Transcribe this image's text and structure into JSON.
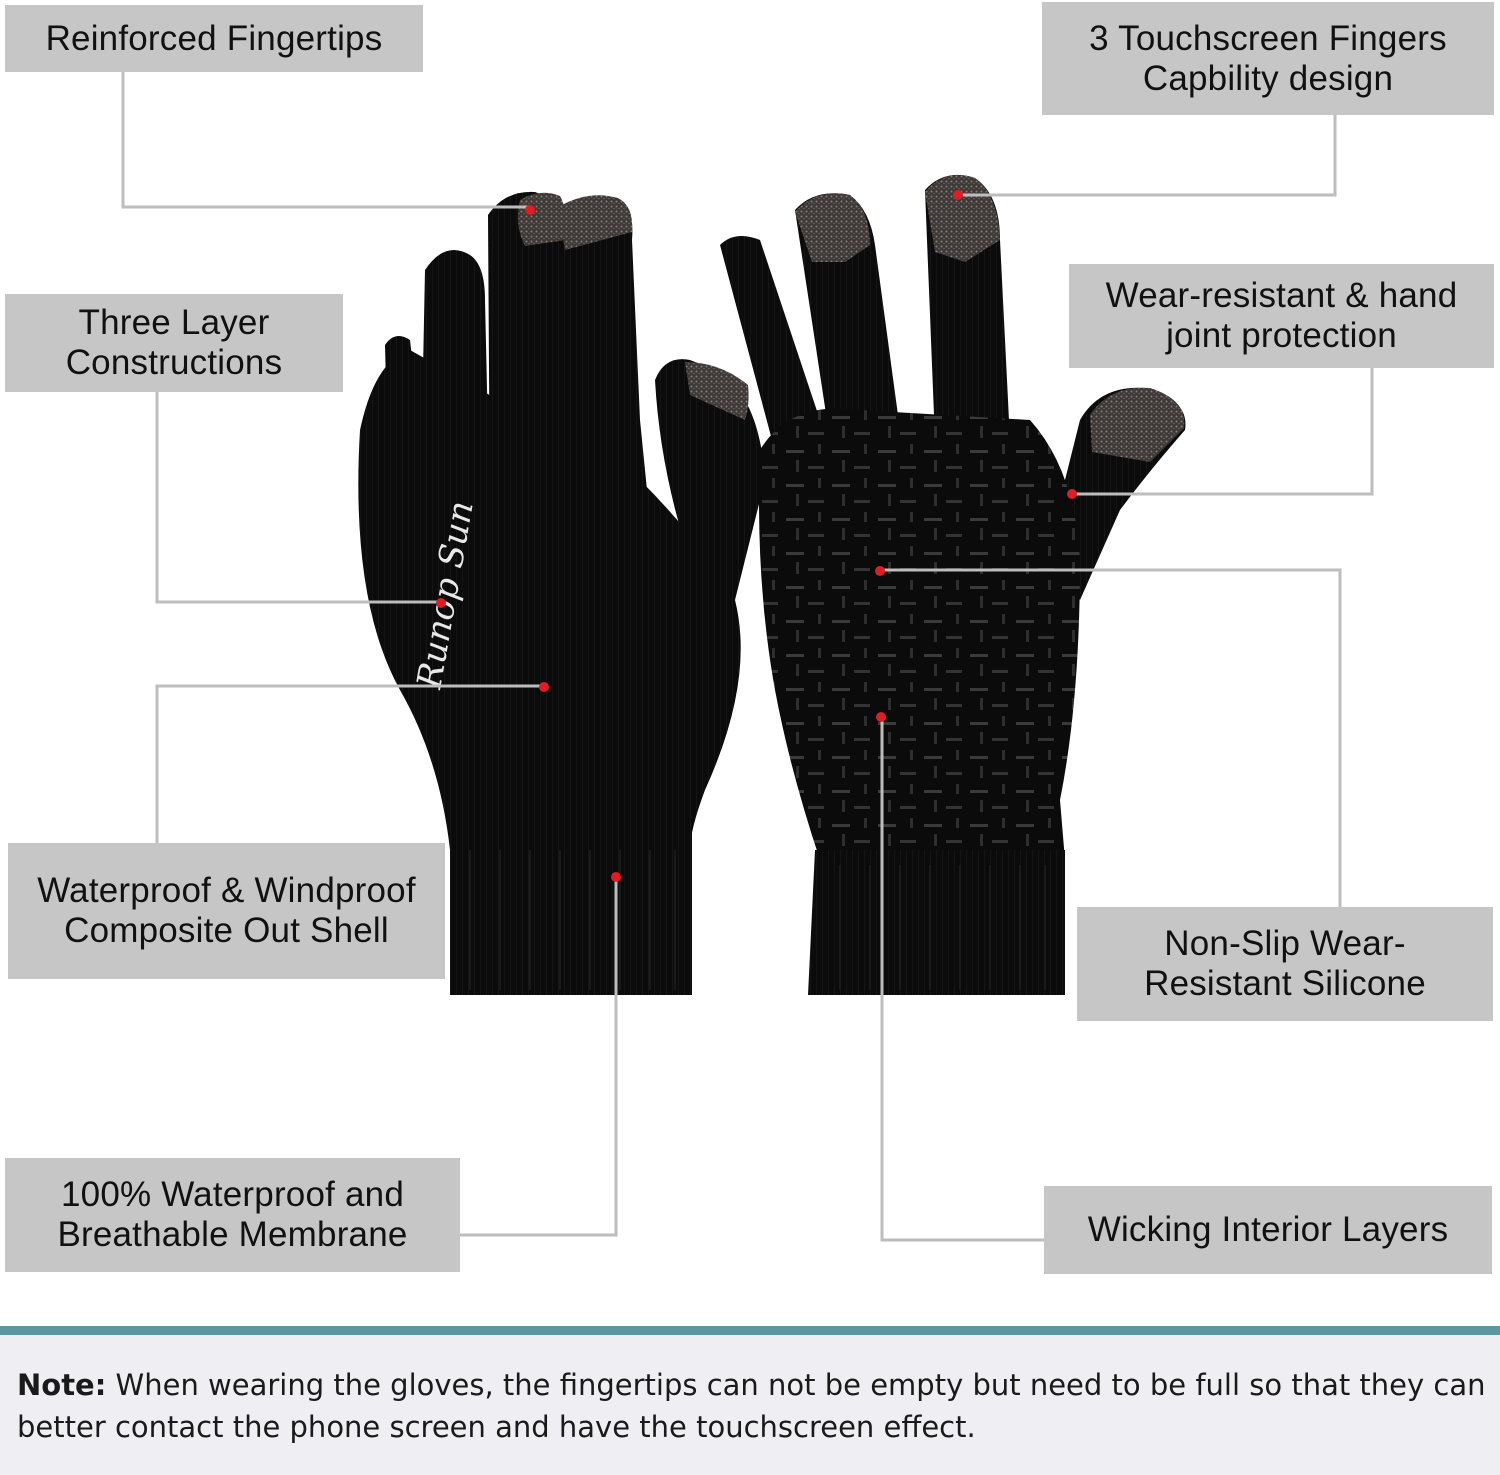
{
  "image": {
    "subject": "black-knit-touchscreen-gloves",
    "brand_mark": "Runop Sun",
    "colors": {
      "label_bg": "#c6c6c6",
      "leader_line": "#bdbdbd",
      "marker_dot": "#e01c24",
      "glove": "#0a0a0a",
      "fingertip": "#55504c",
      "note_rule": "#5c97a1",
      "note_bg": "#efeff3"
    }
  },
  "labels": {
    "reinforced_fingertips": "Reinforced Fingertips",
    "touchscreen_fingers": "3 Touchscreen Fingers\nCapbility design",
    "three_layer": "Three Layer\nConstructions",
    "wear_resistant_joint": "Wear-resistant & hand\njoint protection",
    "waterproof_windproof": "Waterproof & Windproof\nComposite Out Shell",
    "non_slip_silicone": "Non-Slip Wear-\nResistant Silicone",
    "waterproof_membrane": "100% Waterproof and\nBreathable Membrane",
    "wicking_layers": "Wicking Interior Layers"
  },
  "note": {
    "prefix": "Note:",
    "text": " When wearing the gloves, the fingertips can not be empty but need to be full so that they can better contact the phone screen and have the touchscreen effect."
  }
}
